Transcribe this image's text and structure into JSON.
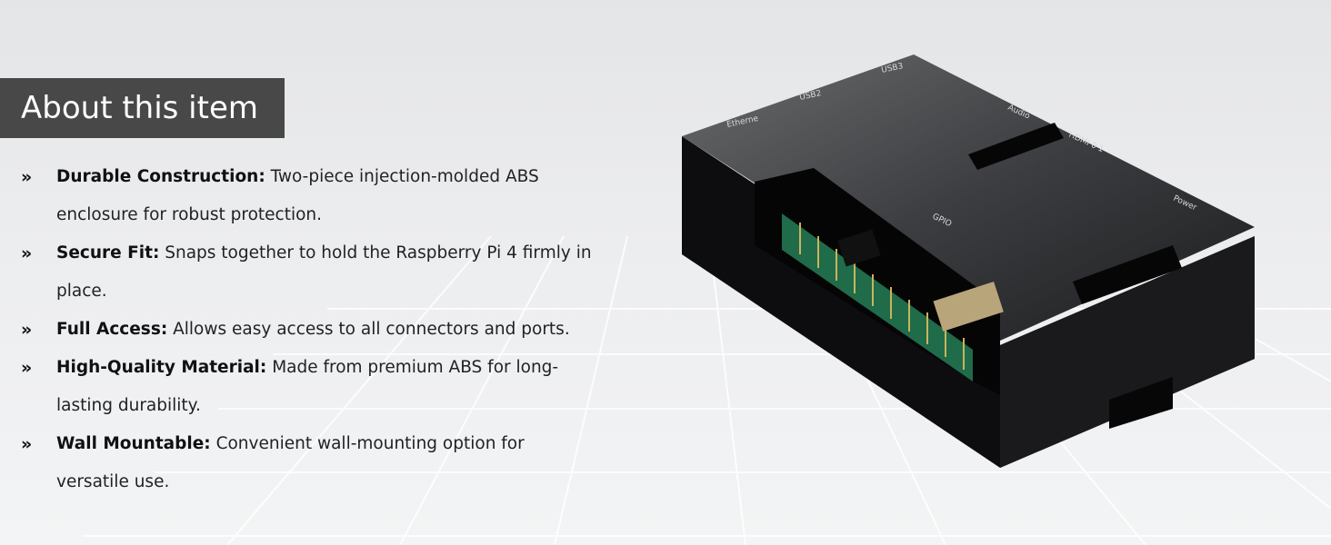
{
  "heading": "About this item",
  "features": [
    {
      "title": "Durable Construction:",
      "text": "Two-piece injection-molded ABS enclosure for robust protection."
    },
    {
      "title": "Secure Fit:",
      "text": "Snaps together to hold the Raspberry Pi 4 firmly in place."
    },
    {
      "title": "Full Access:",
      "text": "Allows easy access to all connectors and ports."
    },
    {
      "title": "High-Quality Material:",
      "text": "Made from premium ABS for long-lasting durability."
    },
    {
      "title": "Wall Mountable:",
      "text": "Convenient wall-mounting option for versatile use."
    }
  ],
  "bullet_glyph": "»",
  "case_labels": {
    "ethernet": "Etherne",
    "usb2": "USB2",
    "usb3": "USB3",
    "audio": "Audio",
    "hdmi": "HDMI 0 1",
    "gpio": "GPIO",
    "power": "Power"
  },
  "colors": {
    "title_bg": "#484848",
    "title_text": "#ffffff",
    "case": "#141416",
    "pcb": "#1f6b4a"
  }
}
